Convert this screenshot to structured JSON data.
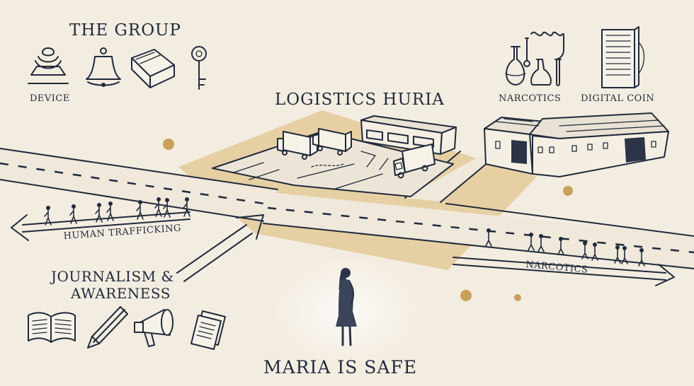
{
  "title_group": "THE GROUP",
  "group_icons": [
    {
      "icon": "device-icon",
      "label": "DEVICE"
    },
    {
      "icon": "bell-icon",
      "label": ""
    },
    {
      "icon": "book-icon",
      "label": ""
    },
    {
      "icon": "key-icon",
      "label": ""
    }
  ],
  "logistics_title": "LOGISTICS HURIA",
  "top_right_icons": [
    {
      "icon": "narcotics-lab-icon",
      "label": "NARCOTICS"
    },
    {
      "icon": "server-icon",
      "label": "DIGITAL COIN"
    }
  ],
  "routes": {
    "left": "HUMAN TRAFFICKING",
    "right": "NARCOTICS"
  },
  "journalism": {
    "line1": "JOURNALISM &",
    "line2": "AWARENESS",
    "icons": [
      "open-book-icon",
      "pen-icon",
      "megaphone-icon",
      "documents-icon"
    ]
  },
  "footer": "MARIA IS SAFE",
  "colors": {
    "background": "#f3ece0",
    "ink": "#1f2a3c",
    "accent": "#c9a15a",
    "parcel": "#e6cfa2"
  }
}
